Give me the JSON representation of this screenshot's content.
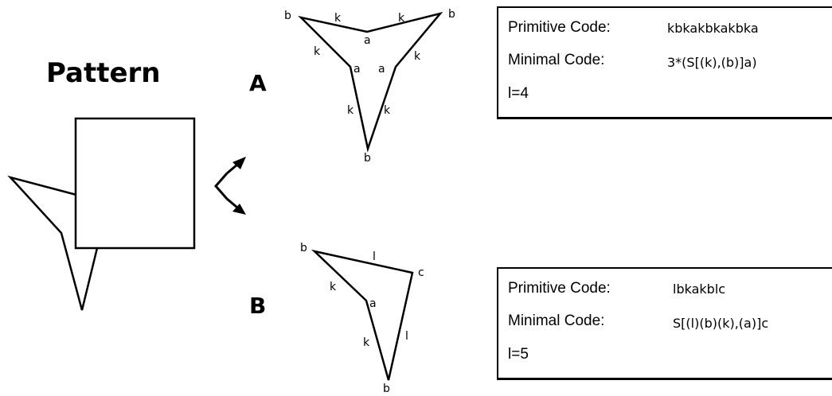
{
  "title": "Pattern",
  "options": [
    {
      "label": "A",
      "primitive_label": "Primitive Code:",
      "primitive_value": "kbkakbkakbka",
      "minimal_label": "Minimal Code:",
      "minimal_value": "3*(S[(k),(b)]a)",
      "length": "l=4",
      "edge_labels": [
        "k",
        "k",
        "k",
        "k",
        "k",
        "k"
      ],
      "vertex_labels": [
        "b",
        "b",
        "a",
        "a",
        "a",
        "b"
      ]
    },
    {
      "label": "B",
      "primitive_label": "Primitive Code:",
      "primitive_value": "lbkakblc",
      "minimal_label": "Minimal Code:",
      "minimal_value": "S[(l)(b)(k),(a)]c",
      "length": "l=5",
      "edge_labels": [
        "l",
        "k",
        "k",
        "l"
      ],
      "vertex_labels": [
        "b",
        "c",
        "a",
        "b"
      ]
    }
  ]
}
